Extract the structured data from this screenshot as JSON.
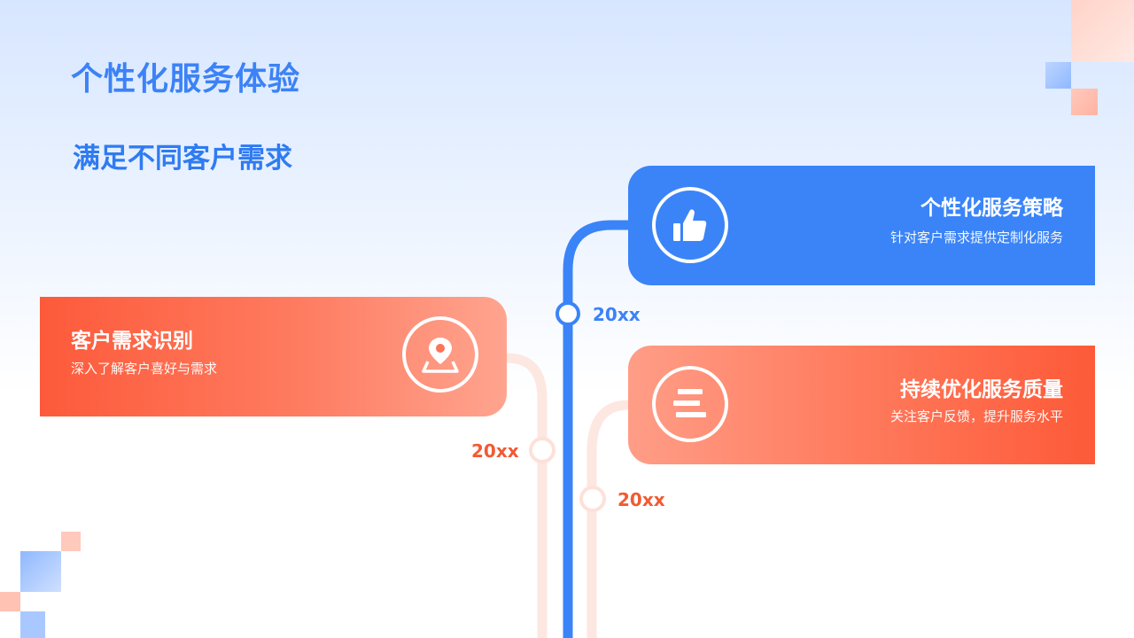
{
  "header": {
    "title": "个性化服务体验",
    "subtitle": "满足不同客户需求"
  },
  "cards": [
    {
      "title": "个性化服务策略",
      "description": "针对客户需求提供定制化服务",
      "year": "20xx",
      "icon": "thumbs-up-icon",
      "color": "#3a84f8"
    },
    {
      "title": "客户需求识别",
      "description": "深入了解客户喜好与需求",
      "year": "20xx",
      "icon": "map-pin-icon",
      "color": "#fd5a3a"
    },
    {
      "title": "持续优化服务质量",
      "description": "关注客户反馈，提升服务水平",
      "year": "20xx",
      "icon": "stack-bars-icon",
      "color": "#fd5a38"
    }
  ],
  "colors": {
    "blue_accent": "#3c82f7",
    "orange_accent": "#f25a33",
    "pale_line": "#fde7e1"
  }
}
